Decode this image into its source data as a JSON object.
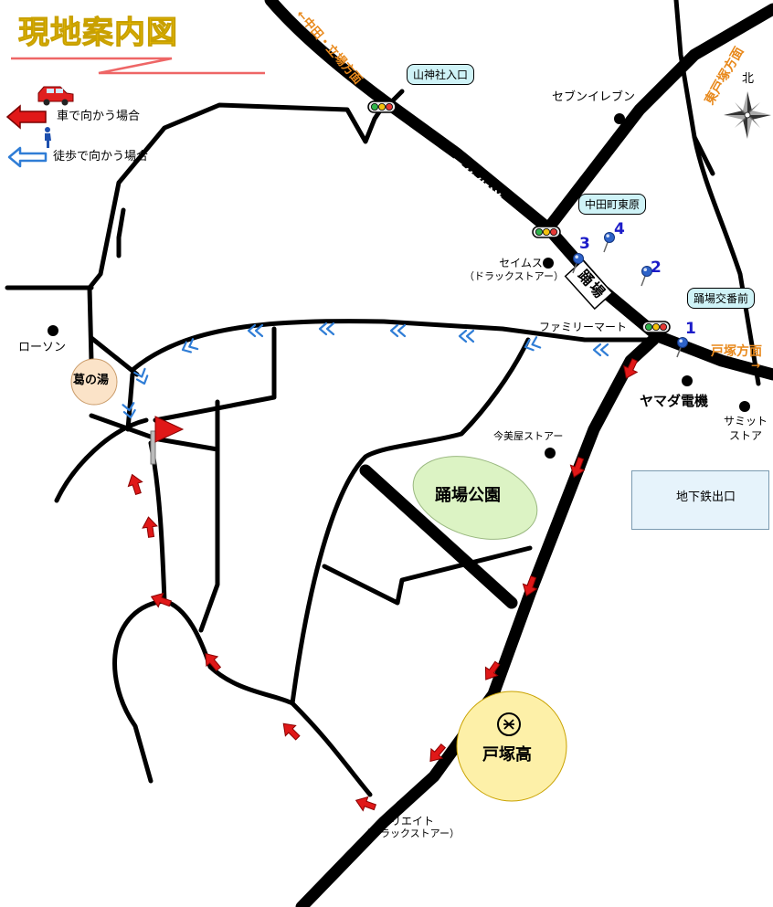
{
  "title": "現地案内図",
  "legend": {
    "car_label": "車で向かう場合",
    "walk_label": "徒歩で向かう場合",
    "subway_exit_label": "地下鉄出口"
  },
  "directions": {
    "top_left": "←中田・立場方面",
    "top_right": "東戸塚方面",
    "right": "戸塚方面",
    "right_arrow": "→",
    "north": "北"
  },
  "roads": {
    "nagago_kaido": "長後街道",
    "odoriba": "踊場"
  },
  "callouts": {
    "yamagami": "山神社入口",
    "nakadacho": "中田町東原",
    "odoriba_kouban": "踊場交番前"
  },
  "places": {
    "seven_eleven": "セブンイレブン",
    "seimus": "セイムス",
    "seimus_sub": "（ドラックストアー）",
    "familymart": "ファミリーマート",
    "lawson": "ローソン",
    "kuzunoyu": "葛の湯",
    "yamada": "ヤマダ電機",
    "summit_1": "サミット",
    "summit_2": "ストア",
    "imamiya": "今美屋ストアー",
    "park": "踊場公園",
    "school": "戸塚高",
    "create": "クリエイト",
    "create_sub": "（ドラックストアー）"
  },
  "exits": [
    "1",
    "2",
    "3",
    "4"
  ],
  "colors": {
    "title": "#f5c400",
    "car_arrow": "#e01818",
    "walk_arrow": "#2f7dd6",
    "callout_bg": "#cff3f7",
    "school_fill": "#fdf0a8",
    "park_fill": "#dcf3c4",
    "kuzunoyu_fill": "#fbe3c8",
    "exit_number": "#1c1cc8",
    "direction_text": "#e8891c"
  }
}
